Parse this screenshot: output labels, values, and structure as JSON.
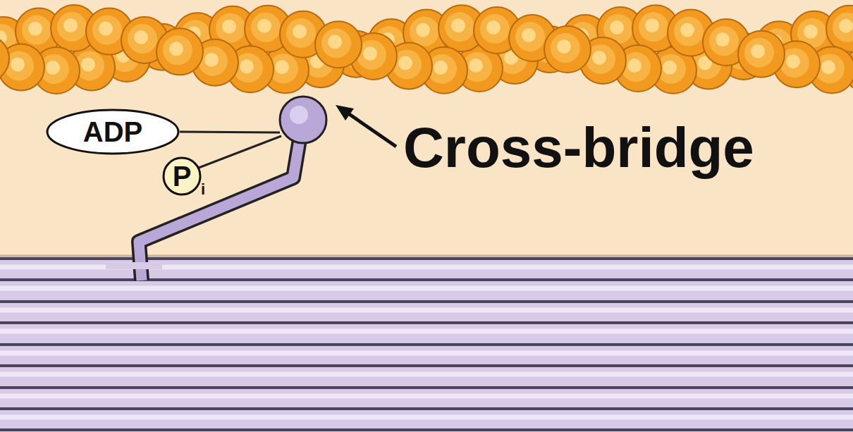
{
  "diagram": {
    "nodes": [
      {
        "text": [
          "ADP"
        ]
      },
      {
        "text": [
          "P",
          "i"
        ]
      }
    ],
    "labels": [
      "Cross-bridge"
    ]
  }
}
